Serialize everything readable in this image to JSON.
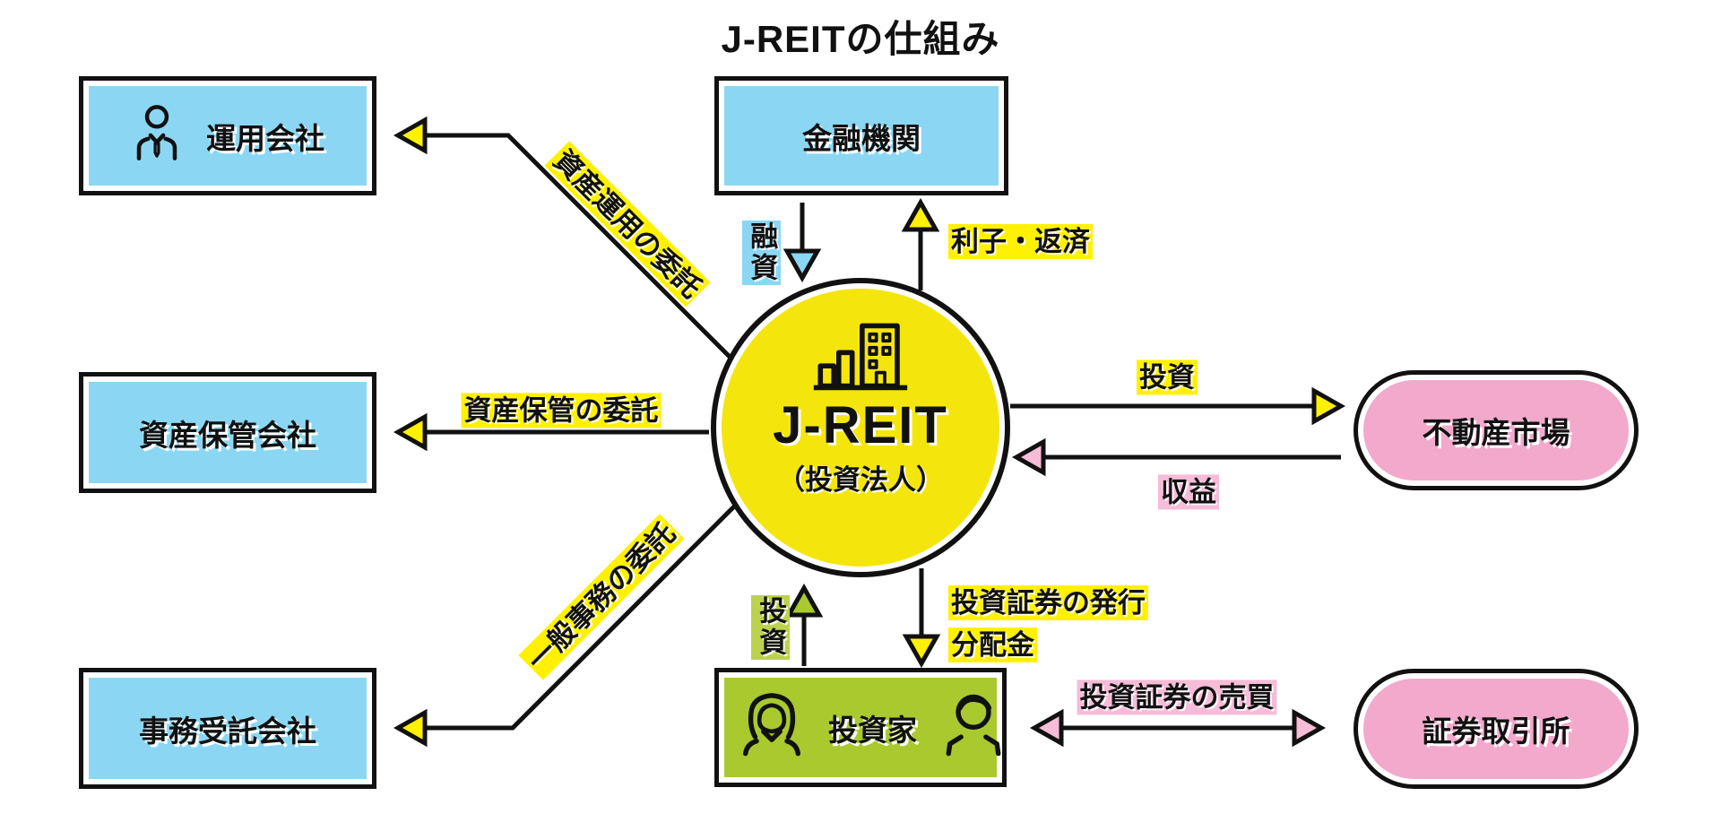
{
  "title": "J-REITの仕組み",
  "center_node": {
    "label": "J-REIT",
    "sublabel": "（投資法人）",
    "icon": "building-bar-chart-icon"
  },
  "nodes": {
    "financial_institution": "金融機関",
    "management_company": "運用会社",
    "asset_custody_company": "資産保管会社",
    "administrative_agent_company": "事務受託会社",
    "investors": "投資家",
    "real_estate_market": "不動産市場",
    "stock_exchange": "証券取引所"
  },
  "flows": {
    "loan": "融資",
    "interest_repayment": "利子・返済",
    "asset_management_delegation": "資産運用の委託",
    "asset_custody_delegation": "資産保管の委託",
    "general_admin_delegation": "一般事務の委託",
    "investment": "投資",
    "income": "収益",
    "investor_investment": "投資",
    "securities_issuance": "投資証券の発行",
    "dividends": "分配金",
    "securities_trading": "投資証券の売買"
  },
  "colors": {
    "box_blue": "#8BD7F3",
    "circle_yellow": "#F4E60D",
    "box_green": "#A9C92F",
    "box_pink": "#F2A9CC",
    "outline_black": "#111111",
    "highlight_yellow": "#FFF100",
    "highlight_pink": "#F6BCD8",
    "highlight_green": "#BCD24E",
    "highlight_blue": "#8BD7F3"
  }
}
